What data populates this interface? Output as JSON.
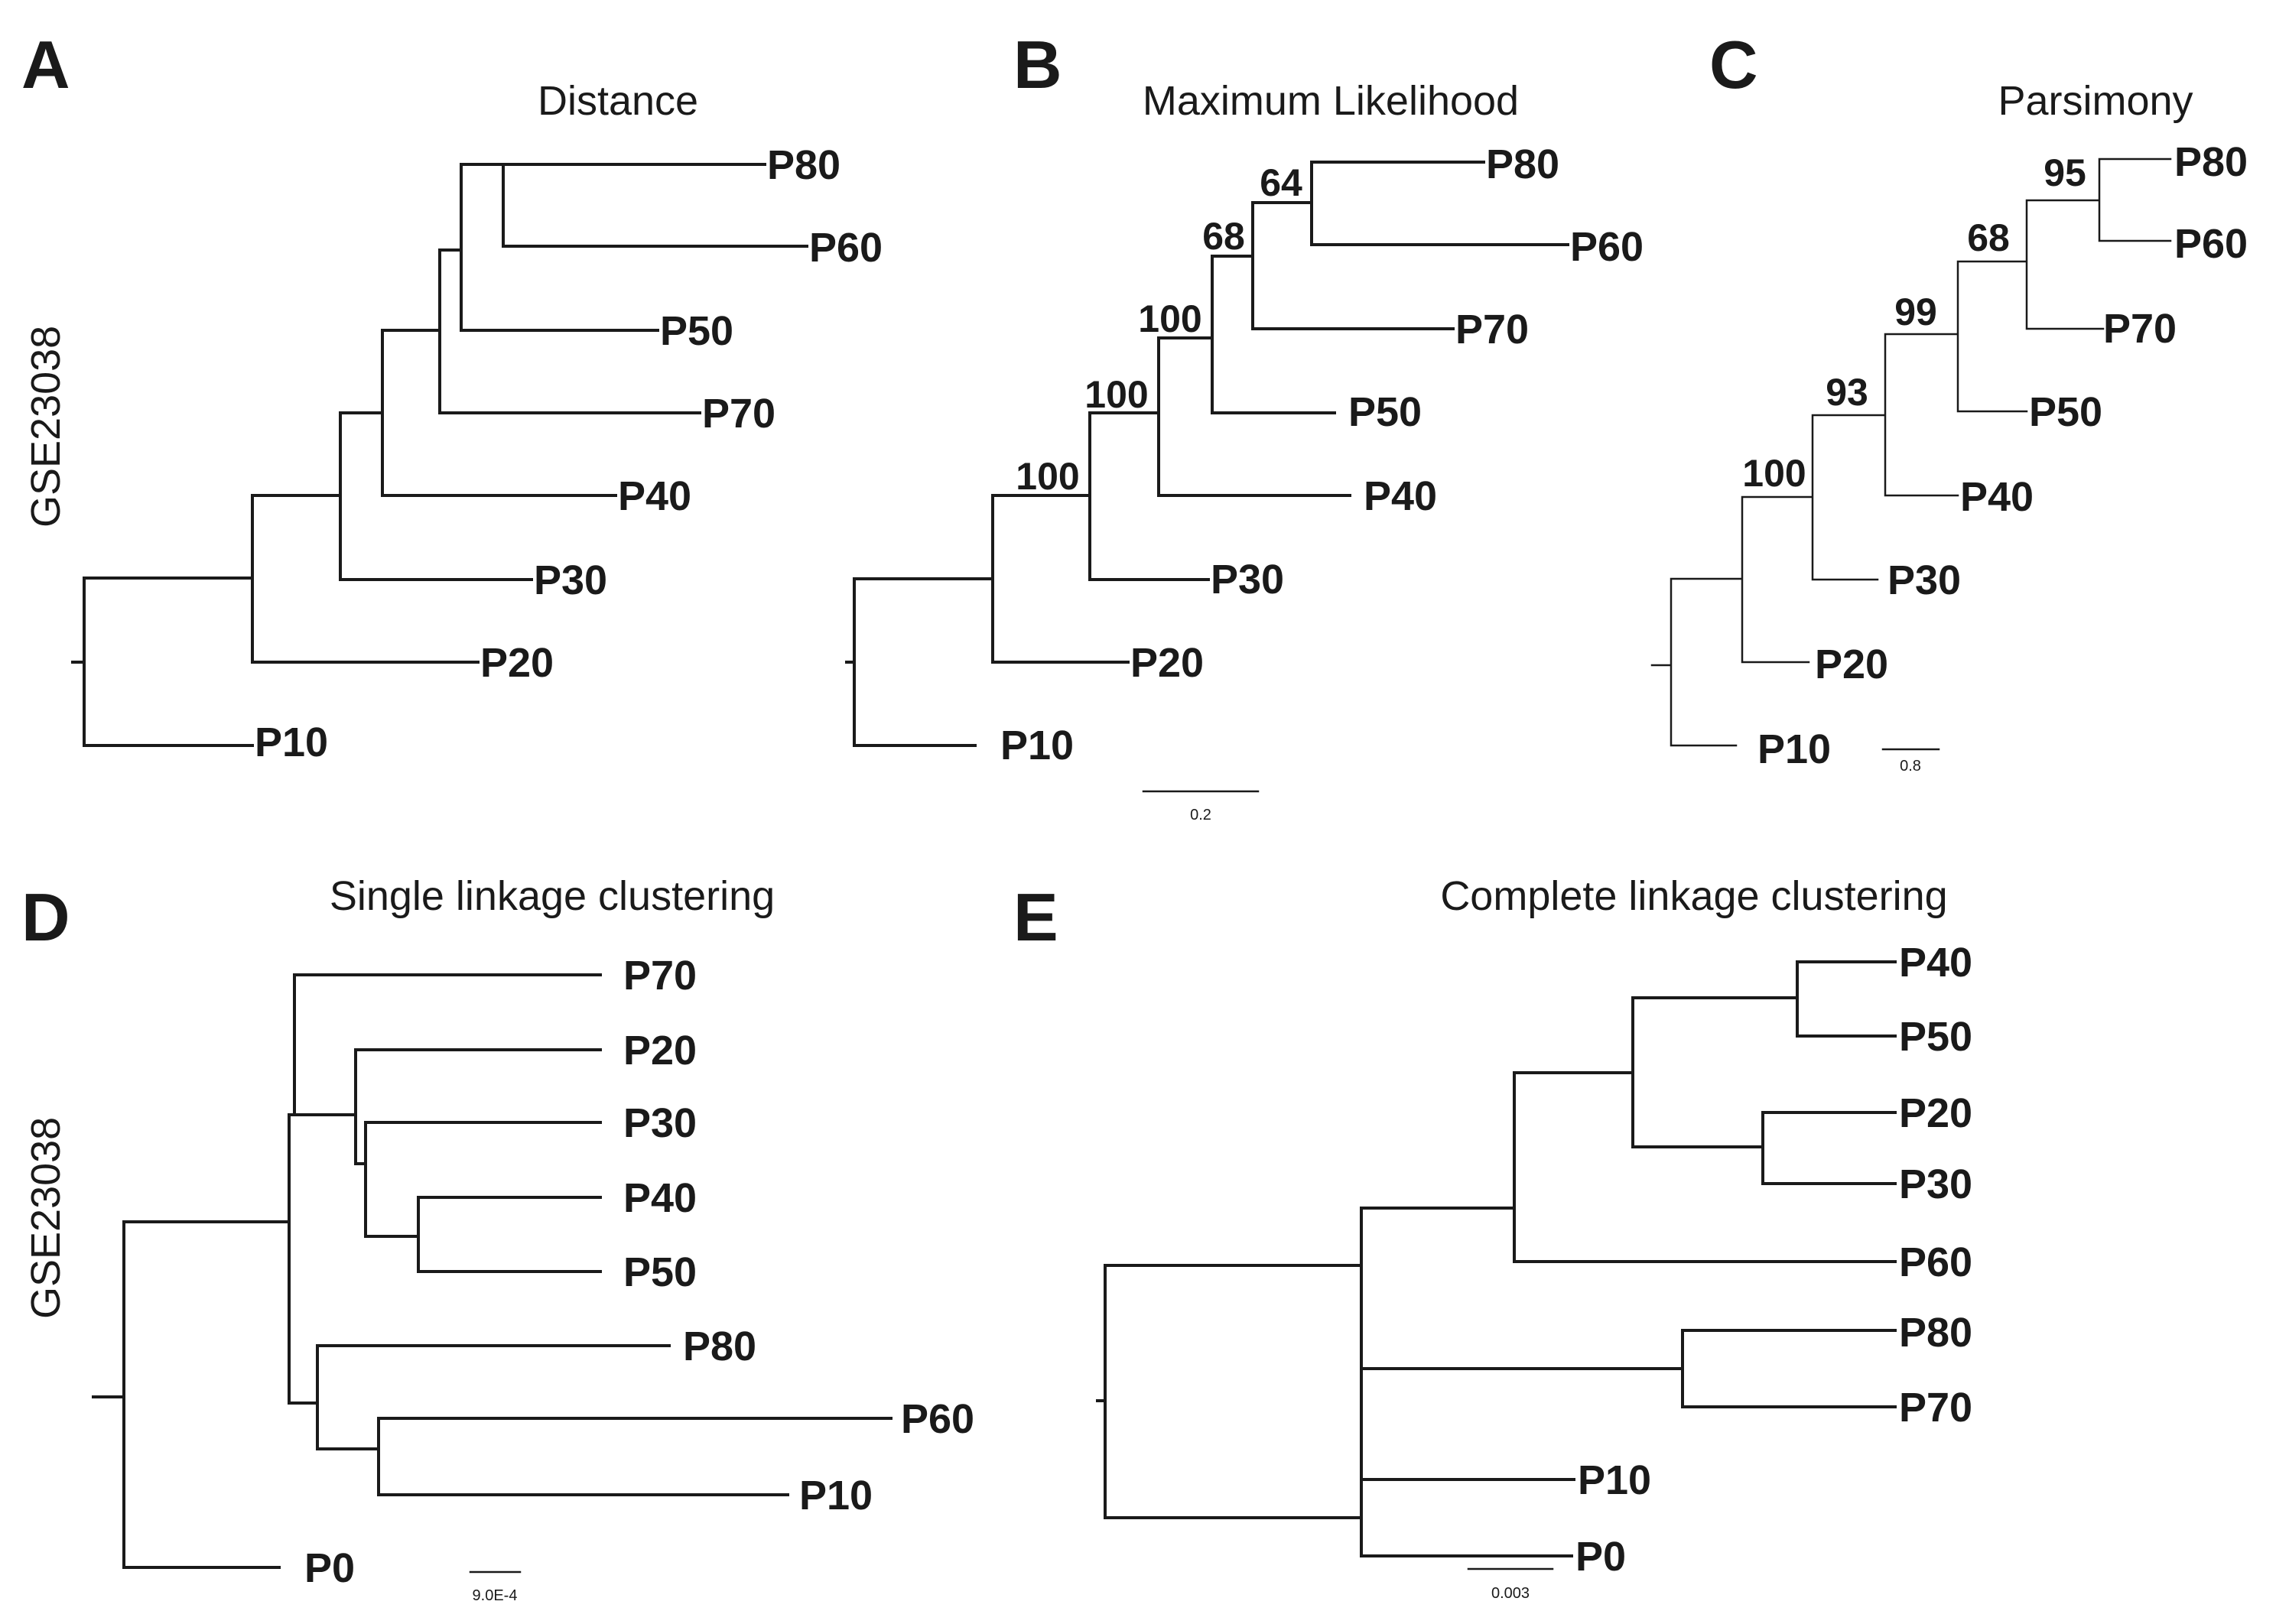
{
  "side_labels": {
    "top": "GSE23038",
    "bottom": "GSE23038"
  },
  "panels": {
    "A": {
      "letter": "A",
      "title": "Distance",
      "leaves": [
        "P80",
        "P60",
        "P50",
        "P70",
        "P40",
        "P30",
        "P20",
        "P10"
      ]
    },
    "B": {
      "letter": "B",
      "title": "Maximum Likelihood",
      "leaves": [
        "P80",
        "P60",
        "P70",
        "P50",
        "P40",
        "P30",
        "P20",
        "P10"
      ],
      "support": [
        "64",
        "68",
        "100",
        "100",
        "100"
      ],
      "scale_bar": "0.2"
    },
    "C": {
      "letter": "C",
      "title": "Parsimony",
      "leaves": [
        "P80",
        "P60",
        "P70",
        "P50",
        "P40",
        "P30",
        "P20",
        "P10"
      ],
      "support": [
        "95",
        "68",
        "99",
        "93",
        "100"
      ],
      "scale_bar": "0.8"
    },
    "D": {
      "letter": "D",
      "title": "Single linkage clustering",
      "leaves": [
        "P70",
        "P20",
        "P30",
        "P40",
        "P50",
        "P80",
        "P60",
        "P10",
        "P0"
      ],
      "scale_bar": "9.0E-4"
    },
    "E": {
      "letter": "E",
      "title": "Complete linkage clustering",
      "leaves": [
        "P40",
        "P50",
        "P20",
        "P30",
        "P60",
        "P80",
        "P70",
        "P10",
        "P0"
      ],
      "scale_bar": "0.003"
    }
  }
}
